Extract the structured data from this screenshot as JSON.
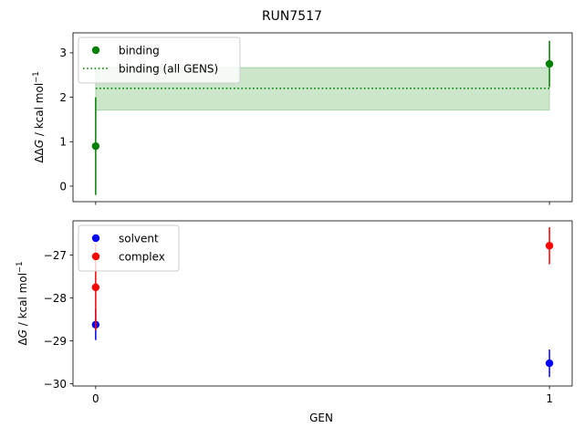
{
  "title": "RUN7517",
  "xlabel": "GEN",
  "x_ticks": [
    "0",
    "1"
  ],
  "chart_data": [
    {
      "type": "scatter",
      "ylabel_text": "ΔΔG / kcal mol",
      "ylabel_sup": "−1",
      "xlim": [
        -0.05,
        1.05
      ],
      "ylim": [
        -0.35,
        3.45
      ],
      "y_ticks": [
        0,
        1,
        2,
        3
      ],
      "y_tick_labels": [
        "0",
        "1",
        "2",
        "3"
      ],
      "grid": false,
      "legend_position": "upper-left",
      "series": [
        {
          "name": "binding",
          "color": "#008000",
          "x": [
            0,
            1
          ],
          "y": [
            0.9,
            2.75
          ],
          "yerr": [
            1.1,
            0.52
          ]
        }
      ],
      "aggregate": {
        "name": "binding (all GENS)",
        "color": "#008000",
        "line_style": "dotted",
        "value": 2.2,
        "band": [
          1.71,
          2.67
        ],
        "x_range": [
          0,
          1
        ]
      },
      "legend": [
        "binding",
        "binding (all GENS)"
      ]
    },
    {
      "type": "scatter",
      "ylabel_text": "ΔG / kcal mol",
      "ylabel_sup": "−1",
      "xlim": [
        -0.05,
        1.05
      ],
      "ylim": [
        -30.05,
        -26.2
      ],
      "y_ticks": [
        -30,
        -29,
        -28,
        -27
      ],
      "y_tick_labels": [
        "−30",
        "−29",
        "−28",
        "−27"
      ],
      "grid": false,
      "legend_position": "upper-left",
      "series": [
        {
          "name": "solvent",
          "color": "#0000ff",
          "x": [
            0,
            1
          ],
          "y": [
            -28.62,
            -29.52
          ],
          "yerr": [
            0.36,
            0.32
          ]
        },
        {
          "name": "complex",
          "color": "#ff0000",
          "x": [
            0,
            1
          ],
          "y": [
            -27.75,
            -26.78
          ],
          "yerr": [
            1.0,
            0.43
          ]
        }
      ],
      "legend": [
        "solvent",
        "complex"
      ]
    }
  ]
}
